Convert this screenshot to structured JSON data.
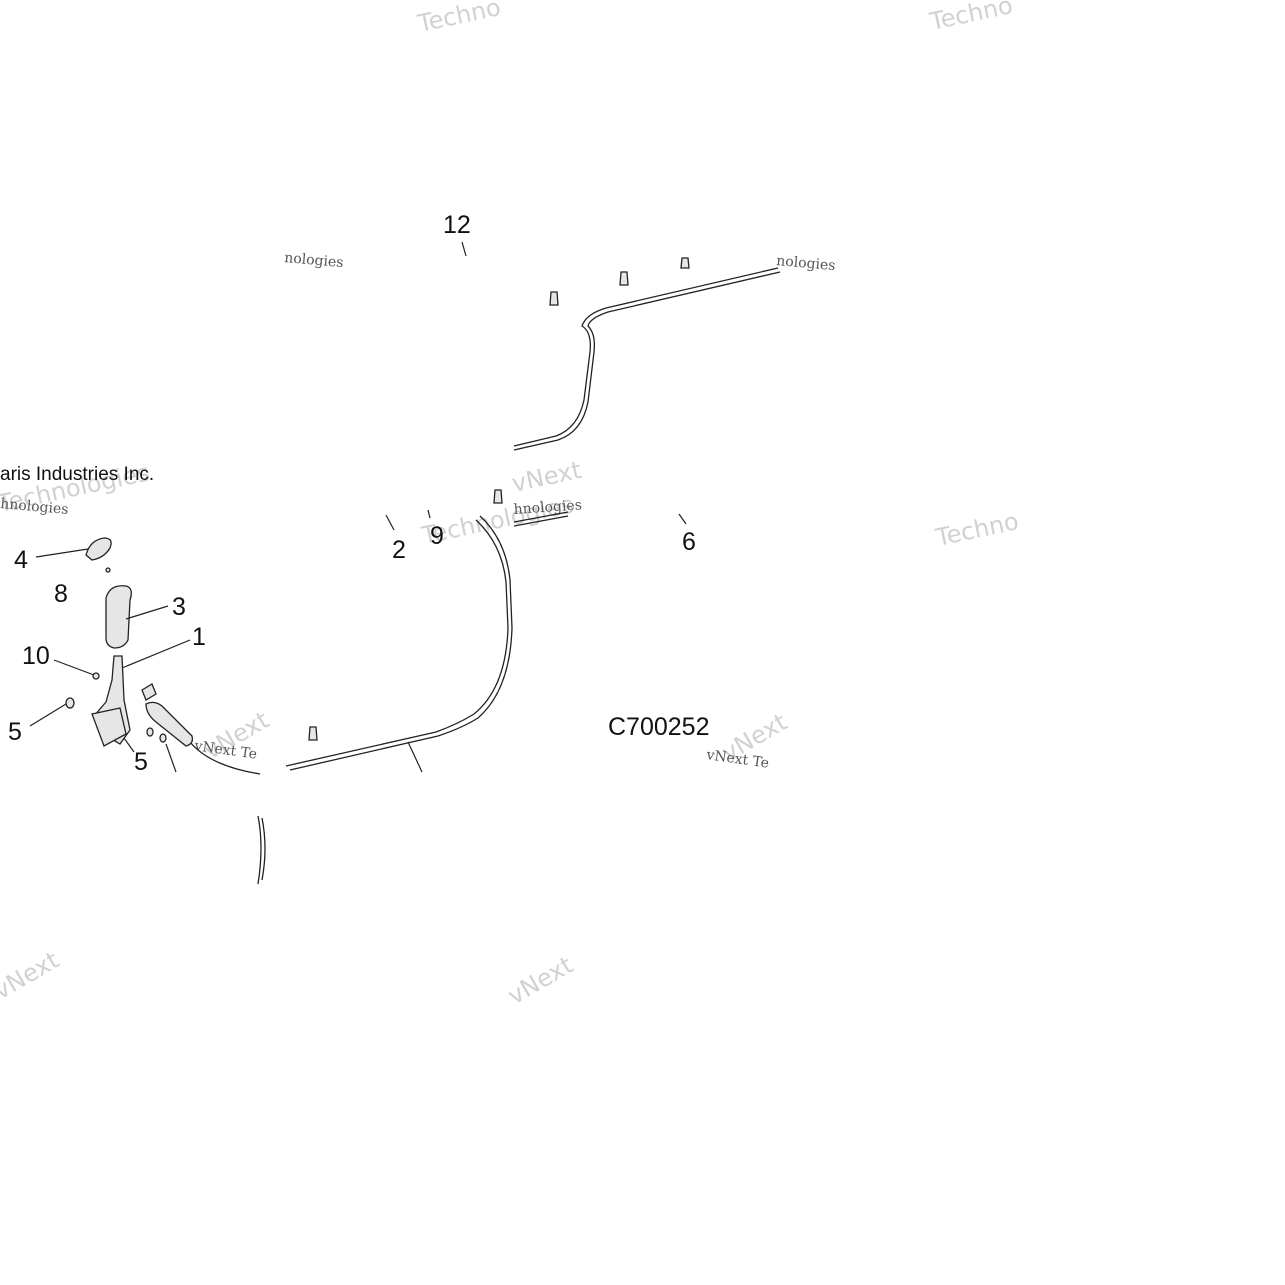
{
  "diagram": {
    "figure_code": "C700252",
    "copyright": "aris Industries Inc.",
    "callouts": [
      "12",
      "2",
      "9",
      "6",
      "4",
      "8",
      "3",
      "1",
      "10",
      "5",
      "5"
    ],
    "watermarks": {
      "techno": "Techno",
      "vnext": "vNext",
      "technologies": "Technologies",
      "vnext_te": "vNext Te",
      "nologies": "nologies",
      "hnologies": "hnologies"
    }
  }
}
